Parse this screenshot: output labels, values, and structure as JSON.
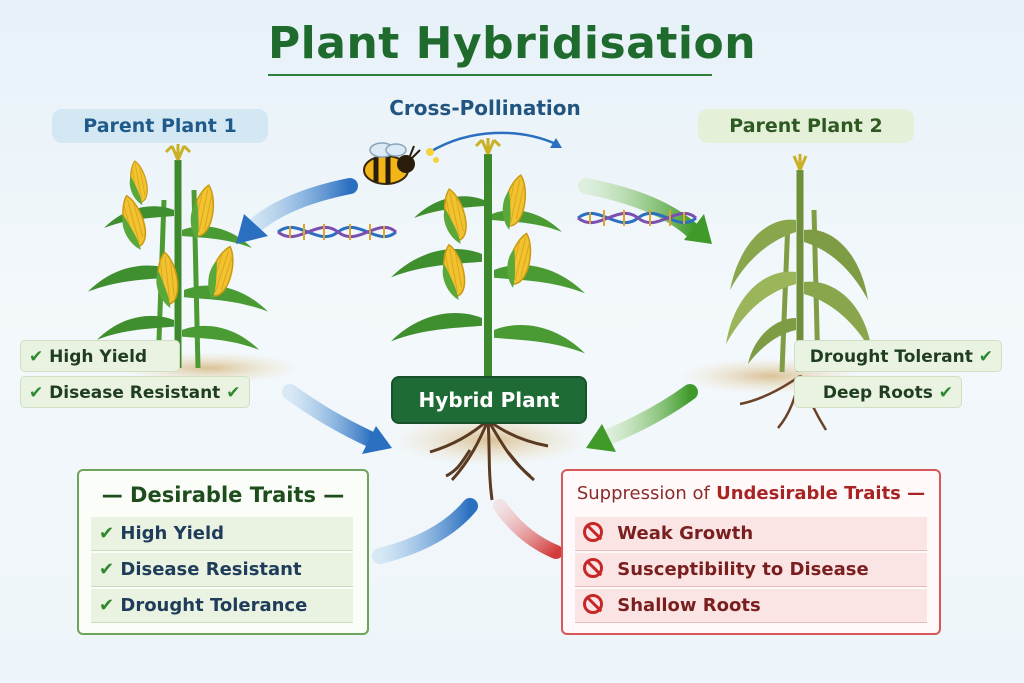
{
  "title": "Plant Hybridisation",
  "cross_pollination": "Cross-Pollination",
  "parent1": {
    "label": "Parent Plant 1",
    "traits": [
      "High Yield",
      "Disease Resistant"
    ]
  },
  "parent2": {
    "label": "Parent Plant 2",
    "traits": [
      "Drought Tolerant",
      "Deep Roots"
    ]
  },
  "hybrid": {
    "label": "Hybrid Plant"
  },
  "desirable": {
    "title": "Desirable Traits",
    "items": [
      "High Yield",
      "Disease Resistant",
      "Drought Tolerance"
    ]
  },
  "undesirable": {
    "title_prefix": "Suppression of",
    "title_keyword": "Undesirable Traits",
    "items": [
      "Weak Growth",
      "Susceptibility to Disease",
      "Shallow Roots"
    ]
  },
  "check_mark": "✔",
  "dash": "—",
  "colors": {
    "title": "#1f6b2e",
    "parent1": "#1f5a8a",
    "parent2": "#2e5a22",
    "hybrid": "#1f6b35",
    "desirable_border": "#6ea35c",
    "undesirable_border": "#d8585a"
  },
  "icons": [
    "bee-icon",
    "dna-icon",
    "corn-plant-icon",
    "drooping-plant-icon",
    "roots-icon",
    "check-icon",
    "no-entry-icon",
    "arrow-icon"
  ]
}
